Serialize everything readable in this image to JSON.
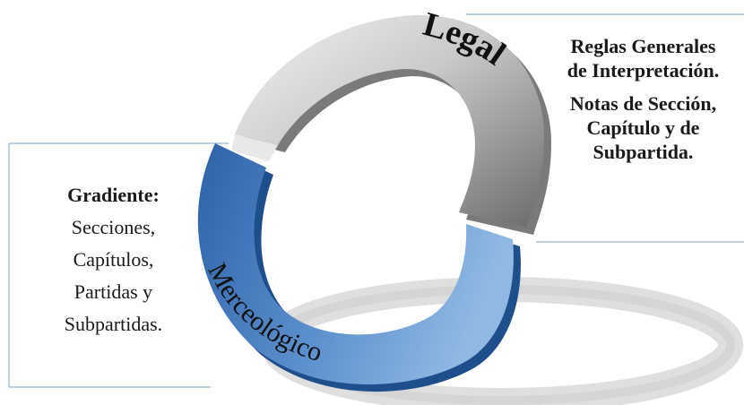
{
  "ring": {
    "legal_label": "Legal",
    "merceologico_label": "Merceológico",
    "legal_colors": [
      "#f2f2f2",
      "#c8c8c8",
      "#8c8c8c",
      "#5e5e5e"
    ],
    "merceologico_colors": [
      "#a9cbe8",
      "#6f9fd0",
      "#3f74b8",
      "#1f4e8c"
    ]
  },
  "right_box": {
    "lines": [
      "Reglas Generales",
      "de Interpretación.",
      "Notas de Sección,",
      "Capítulo y de",
      "Subpartida."
    ]
  },
  "left_box": {
    "title": "Gradiente:",
    "lines": [
      "Secciones,",
      "Capítulos,",
      "Partidas y",
      "Subpartidas."
    ]
  }
}
